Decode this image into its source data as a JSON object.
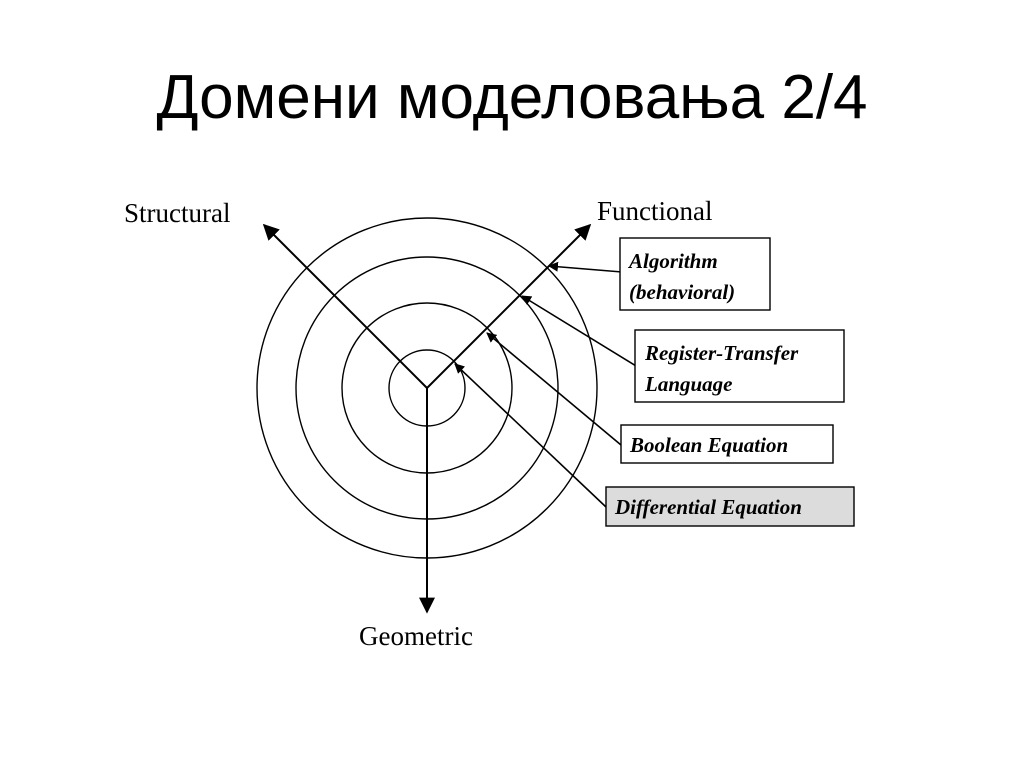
{
  "slide": {
    "title": "Домени моделовања 2/4"
  },
  "diagram": {
    "axes": {
      "structural": "Structural",
      "functional": "Functional",
      "geometric": "Geometric"
    },
    "levels": [
      {
        "line1": "Algorithm",
        "line2": "(behavioral)",
        "highlighted": false
      },
      {
        "line1": "Register-Transfer",
        "line2": "Language",
        "highlighted": false
      },
      {
        "line1": "Boolean Equation",
        "line2": "",
        "highlighted": false
      },
      {
        "line1": "Differential Equation",
        "line2": "",
        "highlighted": true
      }
    ],
    "colors": {
      "line": "#000000",
      "box_fill": "#ffffff",
      "highlight_fill": "#dcdcdc"
    }
  }
}
